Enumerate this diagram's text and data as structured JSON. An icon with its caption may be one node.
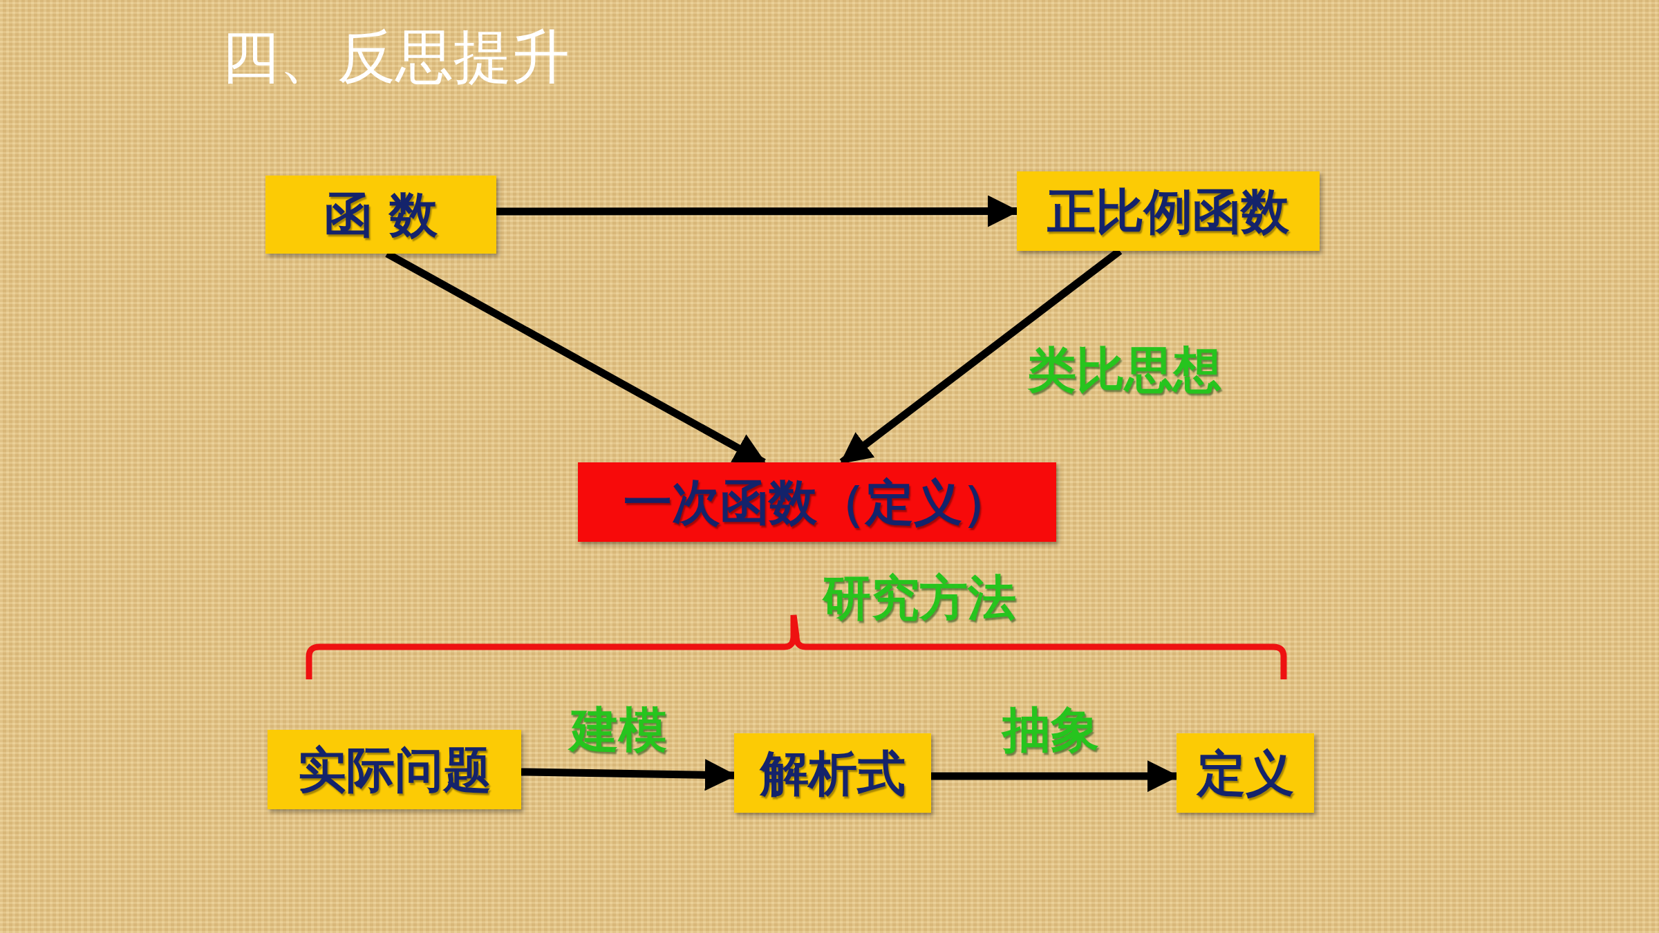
{
  "diagram": {
    "title": "四、反思提升",
    "nodes": [
      {
        "text": [
          "函 数"
        ]
      },
      {
        "text": [
          "正比例函数"
        ]
      },
      {
        "text": [
          "一次函数（定义）"
        ]
      },
      {
        "text": [
          "实际问题"
        ]
      },
      {
        "text": [
          "解析式"
        ]
      },
      {
        "text": [
          "定义"
        ]
      }
    ],
    "edges": [
      {
        "from": 0,
        "to": 1,
        "arrow": "to"
      },
      {
        "from": 0,
        "to": 2,
        "arrow": "to"
      },
      {
        "from": 1,
        "to": 2,
        "arrow": "to",
        "label": "类比思想"
      },
      {
        "from": 3,
        "to": 4,
        "arrow": "to",
        "label": "建模"
      },
      {
        "from": 4,
        "to": 5,
        "arrow": "to",
        "label": "抽象"
      }
    ],
    "labels": [
      "研究方法"
    ]
  }
}
